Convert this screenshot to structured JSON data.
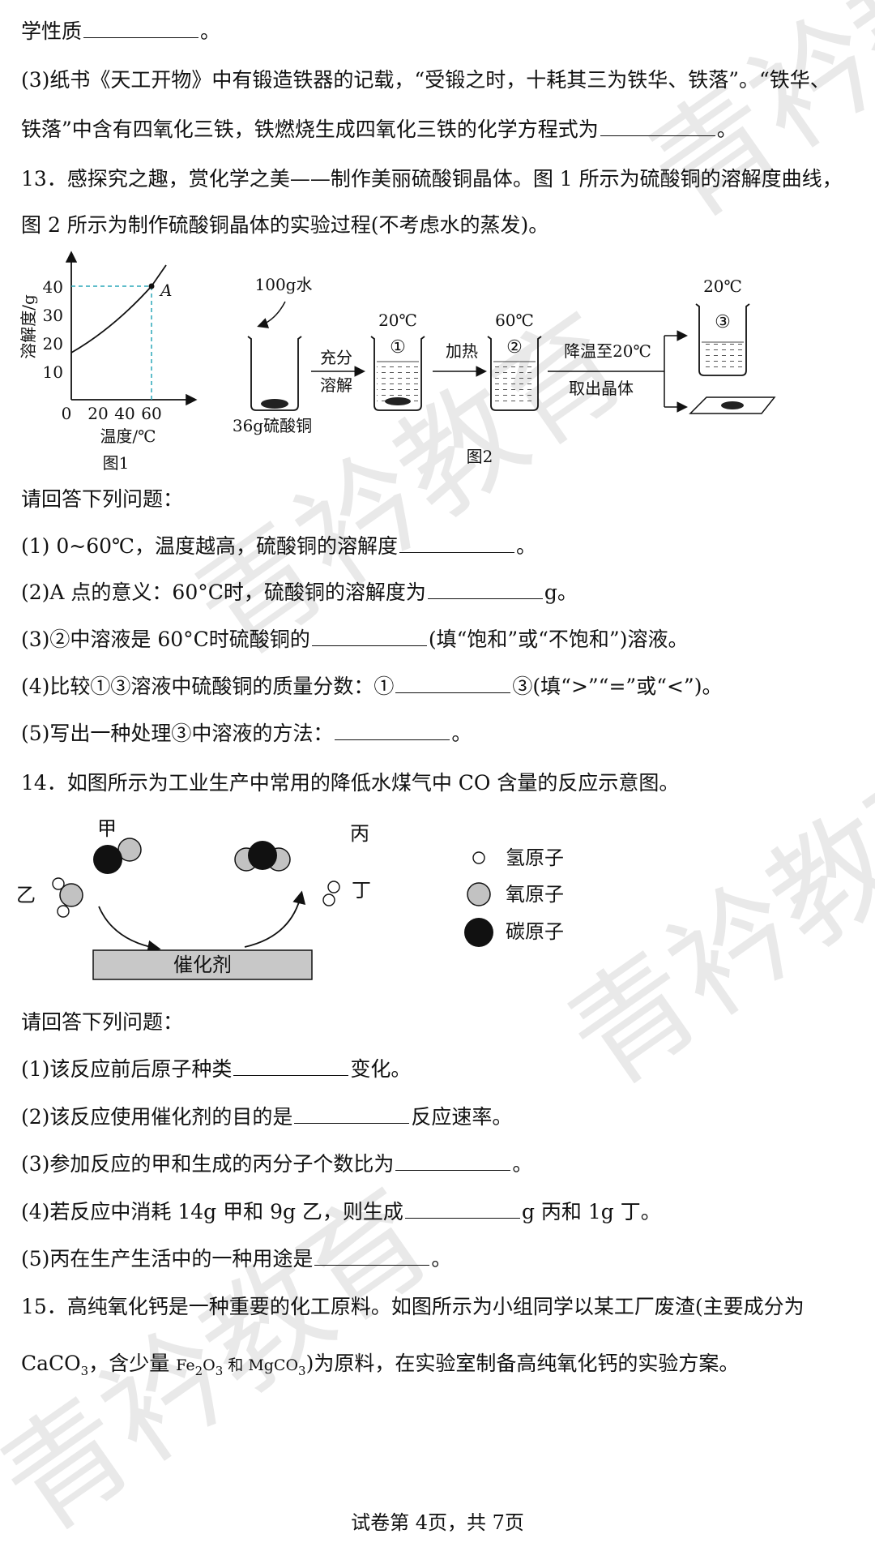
{
  "lines": [
    {
      "pre": "学性质",
      "post": "。"
    },
    {
      "text": "(3)纸书《天工开物》中有锻造铁器的记载，“受锻之时，十耗其三为铁华、铁落”。“铁华、"
    },
    {
      "pre": "铁落”中含有四氧化三铁，铁燃烧生成四氧化三铁的化学方程式为",
      "post": "。"
    },
    {
      "text": "13．感探究之趣，赏化学之美——制作美丽硫酸铜晶体。图 1 所示为硫酸铜的溶解度曲线，"
    },
    {
      "text": "图 2 所示为制作硫酸铜晶体的实验过程(不考虑水的蒸发)。"
    }
  ],
  "fig1": {
    "caption": "图1",
    "xlabel": "温度/℃",
    "ylabel": "溶解度/g",
    "x_ticks": [
      "0",
      "20",
      "40",
      "60"
    ],
    "y_ticks": [
      "10",
      "20",
      "30",
      "40"
    ],
    "point_label": "A"
  },
  "fig2": {
    "caption": "图2",
    "water_label": "100g水",
    "solute_label": "36g硫酸铜",
    "step1_arrow": [
      "充分",
      "溶解"
    ],
    "beaker1": {
      "temp": "20℃",
      "mark": "①"
    },
    "step2_arrow": "加热",
    "beaker2": {
      "temp": "60℃",
      "mark": "②"
    },
    "step3_arrow_top": "降温至20℃",
    "step3_arrow_bottom": "取出晶体",
    "beaker3": {
      "temp": "20℃",
      "mark": "③"
    }
  },
  "q13": {
    "intro": "请回答下列问题：",
    "items": [
      {
        "pre": "(1) 0~60℃，温度越高，硫酸铜的溶解度",
        "post": "。"
      },
      {
        "pre": "(2)A 点的意义：60°C时，硫酸铜的溶解度为",
        "post": "g。"
      },
      {
        "pre": "(3)②中溶液是 60°C时硫酸铜的",
        "post": "(填“饱和”或“不饱和”)溶液。"
      },
      {
        "pre": "(4)比较①③溶液中硫酸铜的质量分数：①",
        "post": "③(填“>”“=”或“<”)。"
      },
      {
        "pre": "(5)写出一种处理③中溶液的方法：",
        "post": "。"
      }
    ]
  },
  "q14": {
    "title": "14．如图所示为工业生产中常用的降低水煤气中 CO 含量的反应示意图。",
    "labels": {
      "jia": "甲",
      "yi": "乙",
      "bing": "丙",
      "ding": "丁",
      "catalyst": "催化剂"
    },
    "legend": [
      "氢原子",
      "氧原子",
      "碳原子"
    ],
    "intro": "请回答下列问题：",
    "items": [
      {
        "pre": "(1)该反应前后原子种类",
        "post": "变化。"
      },
      {
        "pre": "(2)该反应使用催化剂的目的是",
        "post": "反应速率。"
      },
      {
        "pre": "(3)参加反应的甲和生成的丙分子个数比为",
        "post": "。"
      },
      {
        "pre": "(4)若反应中消耗 14g 甲和 9g 乙，则生成",
        "post": "g 丙和 1g 丁。"
      },
      {
        "pre": "(5)丙在生产生活中的一种用途是",
        "post": "。"
      }
    ]
  },
  "q15": {
    "line1": "15．高纯氧化钙是一种重要的化工原料。如图所示为小组同学以某工厂废渣(主要成分为",
    "l2_caco": "CaCO",
    "l2_sub3": "3",
    "l2_mid": "，含少量 ",
    "l2_fe": "Fe",
    "l2_sub2": "2",
    "l2_o": "O",
    "l2_sub3b": "3",
    "l2_he": " 和 MgCO",
    "l2_sub3c": "3",
    "l2_end": ")为原料，在实验室制备高纯氧化钙的实验方案。"
  },
  "footer": "试卷第 4页，共 7页",
  "watermark": [
    "青衿教育",
    "青衿教育",
    "青衿教育",
    "青衿教育"
  ]
}
